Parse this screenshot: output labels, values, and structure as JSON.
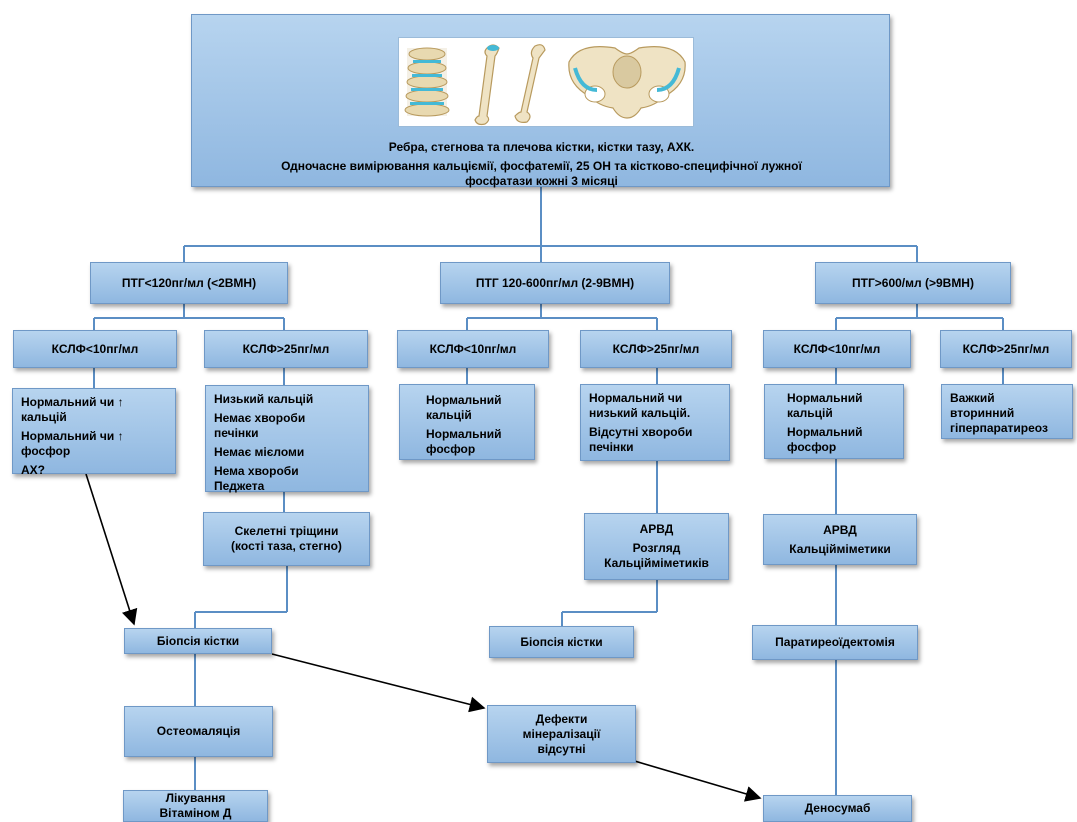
{
  "root": {
    "line1": "Ребра, стегнова та плечова кістки,  кістки тазу, АХК.",
    "line2": "Одночасне вимірювання кальціємії, фосфатемії, 25 ОН та кістково-специфічної лужної",
    "line3": "фосфатази  кожні 3  місяці"
  },
  "pth": {
    "low": "ПТГ<120пг/мл (<2ВМН)",
    "mid": "ПТГ 120-600пг/мл (2-9ВМН)",
    "high": "ПТГ>600/мл (>9ВМН)"
  },
  "kslf": {
    "a": "КСЛФ<10пг/мл",
    "b": "КСЛФ>25пг/мл",
    "c": "КСЛФ<10пг/мл",
    "d": "КСЛФ>25пг/мл",
    "e": "КСЛФ<10пг/мл",
    "f": "КСЛФ>25пг/мл"
  },
  "details": {
    "a": [
      "Нормальний чи  ↑",
      "кальцій",
      "Нормальний чи ↑",
      "фосфор",
      "АХ?"
    ],
    "b": [
      "Низький   кальцій",
      "Немає   хвороби",
      "печінки",
      "Немає   мієломи",
      "Нема хвороби",
      "Педжета"
    ],
    "c": [
      "Нормальний",
      "кальцій",
      "Нормальний",
      "фосфор"
    ],
    "d": [
      "Нормальний чи",
      "низький кальцій.",
      "Відсутні хвороби",
      "печінки"
    ],
    "e": [
      "Нормальний",
      "кальцій",
      "Нормальний",
      "фосфор"
    ],
    "f": [
      "Важкий",
      "вторинний",
      "гіперпаратиреоз"
    ]
  },
  "skeletal": [
    "Скелетні тріщини",
    "(кості   таза, стегно)"
  ],
  "arvd1": [
    "АРВД",
    "Розгляд",
    "Кальційміметиків"
  ],
  "arvd2": [
    "АРВД",
    "Кальційміметики"
  ],
  "biopsy1": "Біопсія  кістки",
  "biopsy2": "Біопсія   кістки",
  "parathyroid": "Паратиреоїдектомія",
  "osteomalacia": "Остеомаляція",
  "defects": [
    "Дефекти",
    "мінералізації",
    "відсутні"
  ],
  "treatment": [
    "Лікування",
    "Вітаміном Д"
  ],
  "denosumab": "Деносумаб",
  "colors": {
    "box_top": "#b7d4ef",
    "box_bottom": "#8fb7e0",
    "connector": "#5b8ec4",
    "arrow": "#000000"
  }
}
